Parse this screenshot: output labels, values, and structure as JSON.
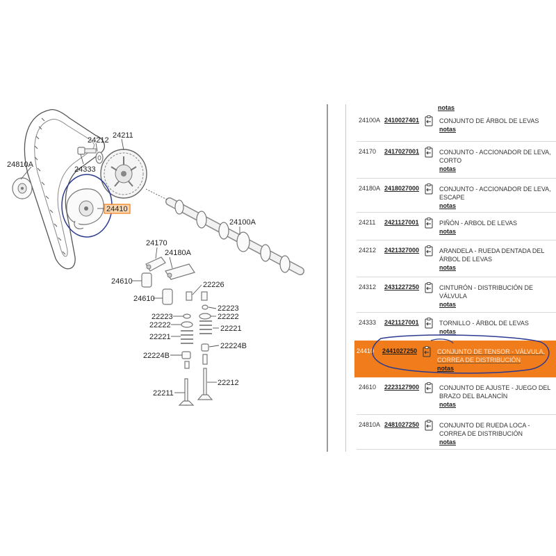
{
  "diagram": {
    "callouts": {
      "c24810A": "24810A",
      "c24212": "24212",
      "c24211": "24211",
      "c24333": "24333",
      "c24410": "24410",
      "c24100A": "24100A",
      "c24170": "24170",
      "c24180A": "24180A",
      "c24610a": "24610",
      "c24610b": "24610",
      "c22226": "22226",
      "c22223a": "22223",
      "c22223b": "22223",
      "c22222a": "22222",
      "c22222b": "22222",
      "c22221a": "22221",
      "c22221b": "22221",
      "c22224Ba": "22224B",
      "c22224Bb": "22224B",
      "c22211": "22211",
      "c22212": "22212"
    }
  },
  "parts_panel": {
    "top_notes": "notas",
    "highlight_color": "#f07c1b",
    "rows": [
      {
        "code": "24100A",
        "part_number": "2410027401",
        "description": "CONJUNTO DE ÁRBOL DE LEVAS",
        "notes": "notas",
        "highlighted": false
      },
      {
        "code": "24170",
        "part_number": "2417027001",
        "description": "CONJUNTO - ACCIONADOR DE LEVA, CORTO",
        "notes": "notas",
        "highlighted": false
      },
      {
        "code": "24180A",
        "part_number": "2418027000",
        "description": "CONJUNTO - ACCIONADOR DE LEVA, ESCAPE",
        "notes": "notas",
        "highlighted": false
      },
      {
        "code": "24211",
        "part_number": "2421127001",
        "description": "PIÑÓN - ARBOL DE LEVAS",
        "notes": "notas",
        "highlighted": false
      },
      {
        "code": "24212",
        "part_number": "2421327000",
        "description": "ARANDELA - RUEDA DENTADA DEL ÁRBOL DE LEVAS",
        "notes": "notas",
        "highlighted": false
      },
      {
        "code": "24312",
        "part_number": "2431227250",
        "description": "CINTURÓN - DISTRIBUCIÓN DE VÁLVULA",
        "notes": "notas",
        "highlighted": false
      },
      {
        "code": "24333",
        "part_number": "2421127001",
        "description": "TORNILLO - ÁRBOL DE LEVAS",
        "notes": "notas",
        "highlighted": false
      },
      {
        "code": "24410",
        "part_number": "2441027250",
        "description": "CONJUNTO DE TENSOR - VÁLVULA, CORREA DE DISTRIBUCIÓN",
        "notes": "notas",
        "highlighted": true
      },
      {
        "code": "24610",
        "part_number": "2223127900",
        "description": "CONJUNTO DE AJUSTE - JUEGO DEL BRAZO DEL BALANCÍN",
        "notes": "notas",
        "highlighted": false
      },
      {
        "code": "24810A",
        "part_number": "2481027250",
        "description": "CONJUNTO DE RUEDA LOCA - CORREA DE DISTRIBUCIÓN",
        "notes": "notas",
        "highlighted": false
      }
    ]
  }
}
